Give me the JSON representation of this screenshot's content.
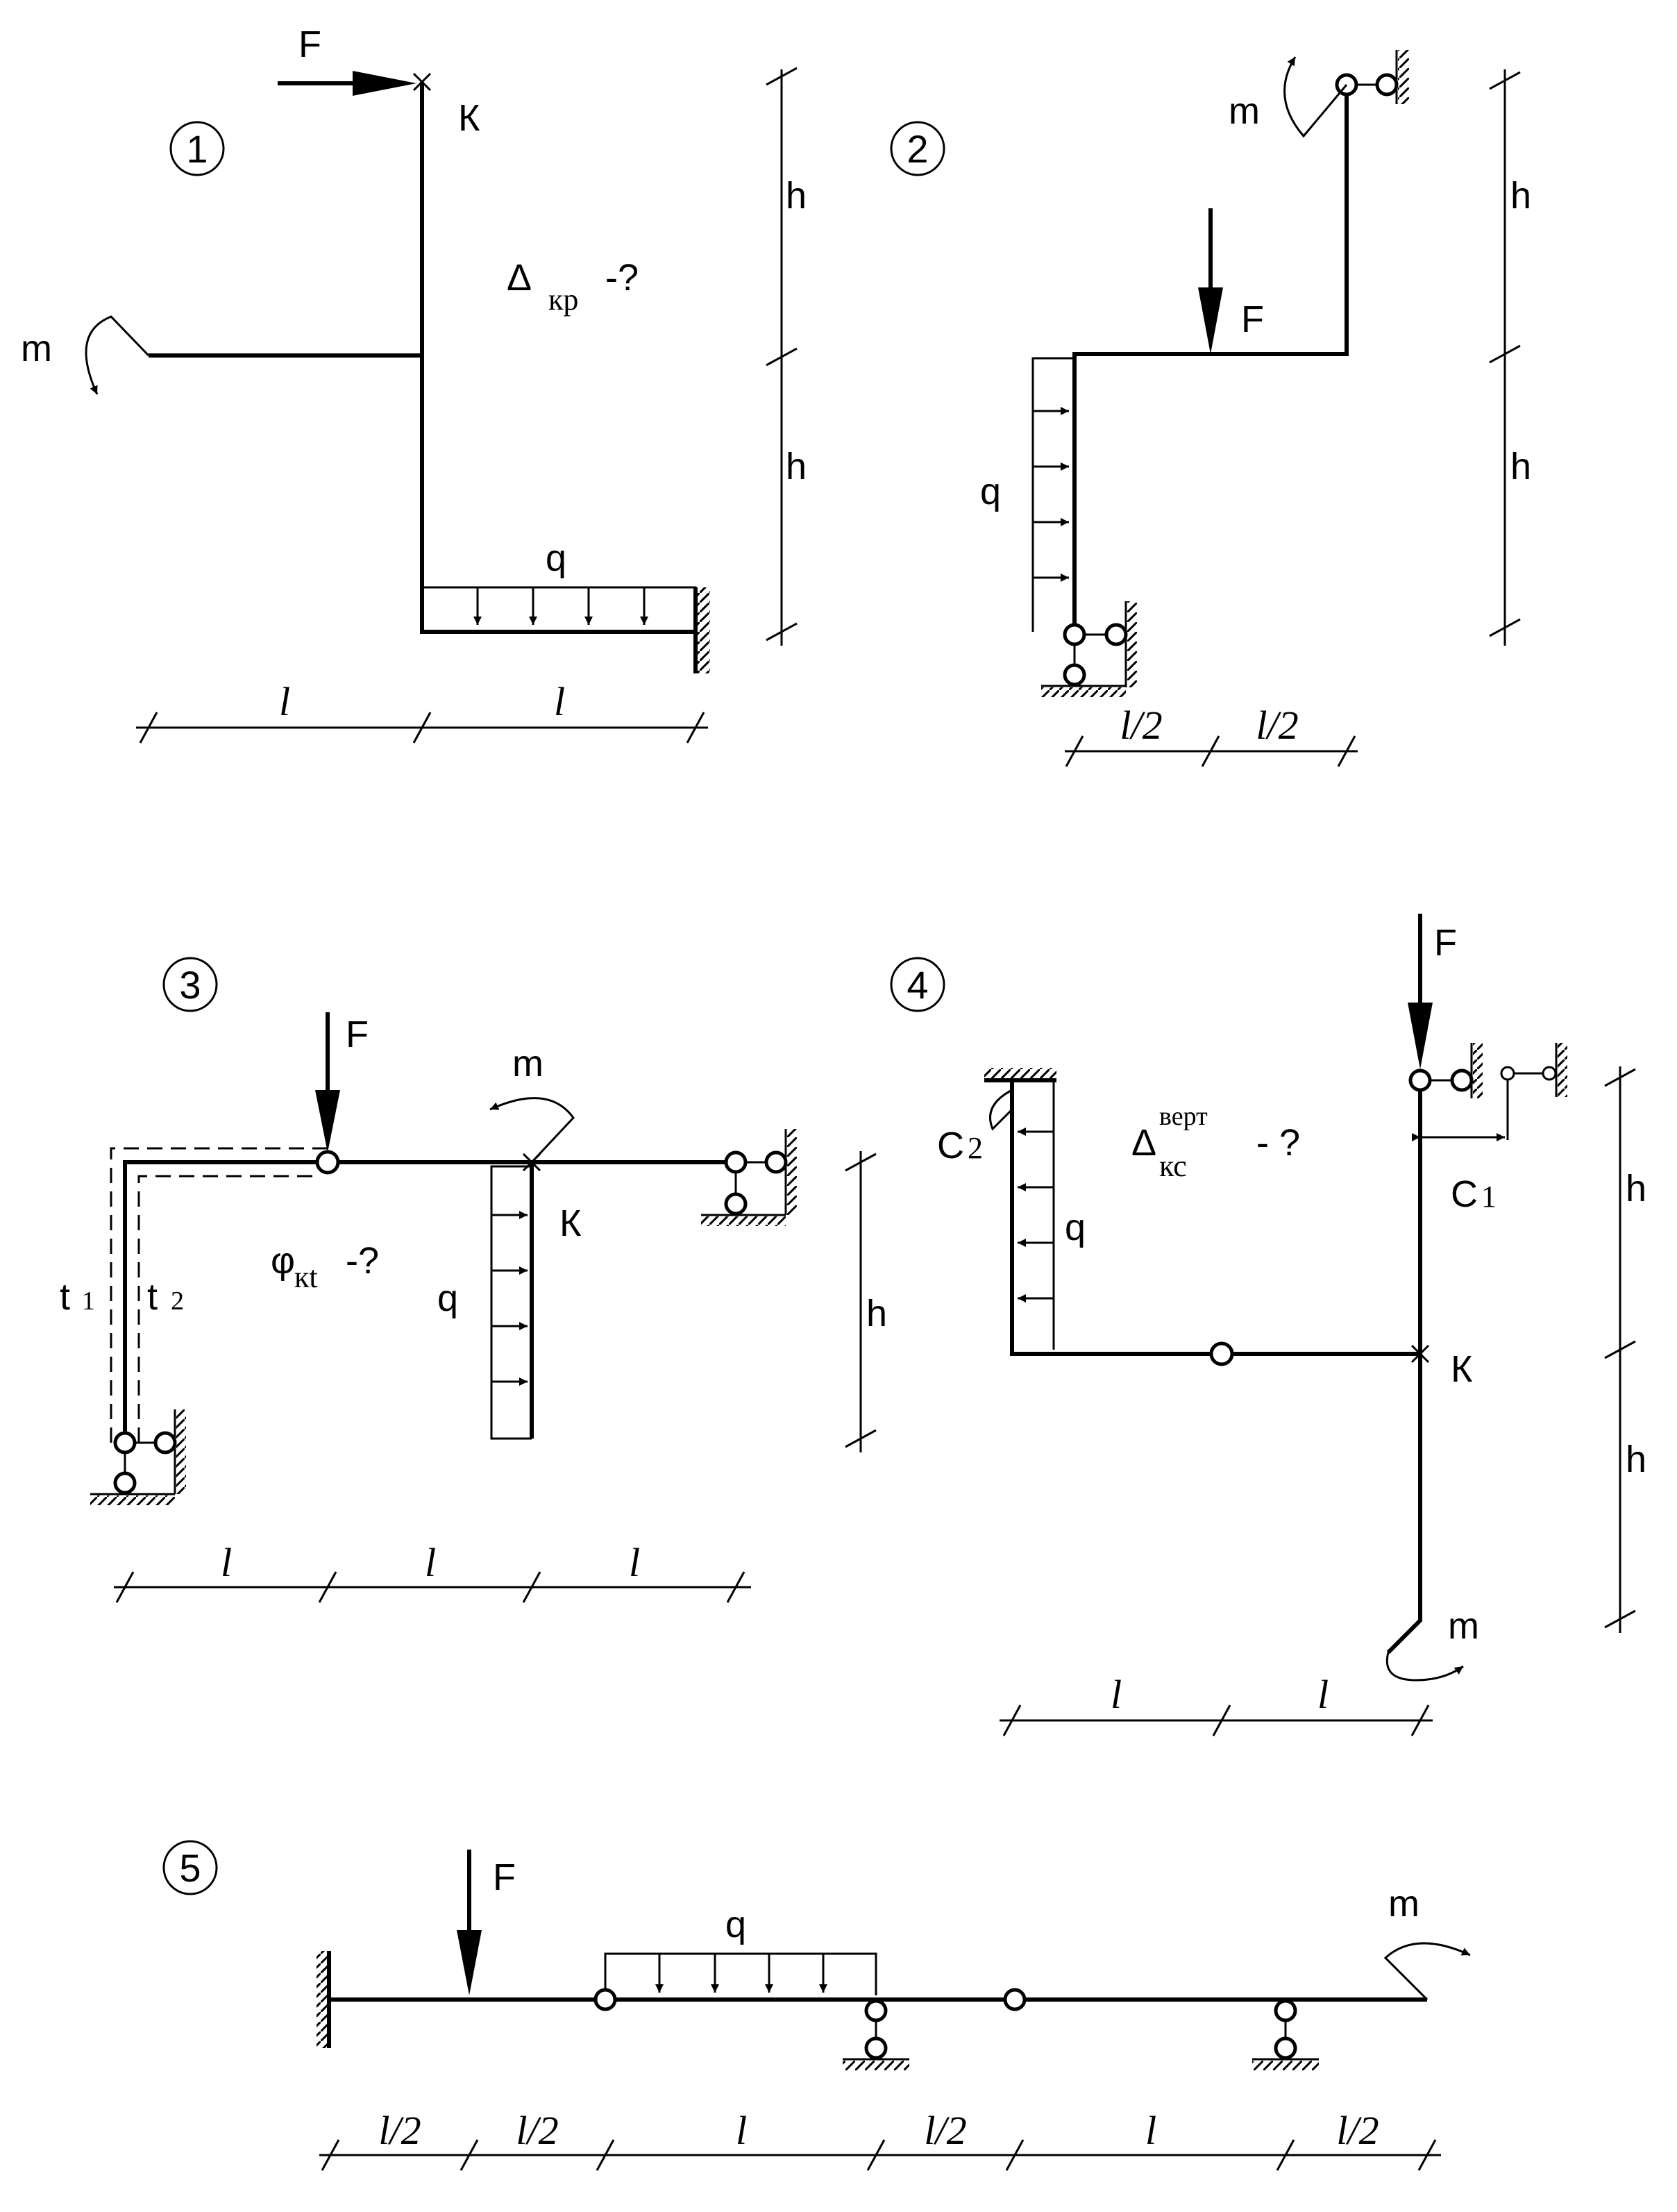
{
  "scheme1": {
    "number": "1",
    "force": "F",
    "moment": "m",
    "load": "q",
    "point": "К",
    "question_symbol": "Δ",
    "question_index": "кр",
    "question_suffix": "-?",
    "dim_v_top": "h",
    "dim_v_bottom": "h",
    "dim_h_left": "l",
    "dim_h_right": "l"
  },
  "scheme2": {
    "number": "2",
    "force": "F",
    "moment": "m",
    "load": "q",
    "dim_v_top": "h",
    "dim_v_bottom": "h",
    "dim_h_left": "l/2",
    "dim_h_right": "l/2"
  },
  "scheme3": {
    "number": "3",
    "force": "F",
    "moment": "m",
    "load": "q",
    "point": "К",
    "temp1": "t",
    "temp1_index": "1",
    "temp2": "t",
    "temp2_index": "2",
    "question_symbol": "φ",
    "question_index": "кt",
    "question_suffix": "-?",
    "dim_v": "h",
    "dim_h_1": "l",
    "dim_h_2": "l",
    "dim_h_3": "l"
  },
  "scheme4": {
    "number": "4",
    "force": "F",
    "moment": "m",
    "load": "q",
    "point": "К",
    "settlement1": "C",
    "settlement1_index": "1",
    "settlement2": "C",
    "settlement2_index": "2",
    "question_symbol": "Δ",
    "question_sup": "верт",
    "question_index": "кс",
    "question_suffix": "- ?",
    "dim_v_top": "h",
    "dim_v_bottom": "h",
    "dim_h_left": "l",
    "dim_h_right": "l"
  },
  "scheme5": {
    "number": "5",
    "force": "F",
    "moment": "m",
    "load": "q",
    "dims": [
      "l/2",
      "l/2",
      "l",
      "l/2",
      "l",
      "l/2"
    ]
  }
}
